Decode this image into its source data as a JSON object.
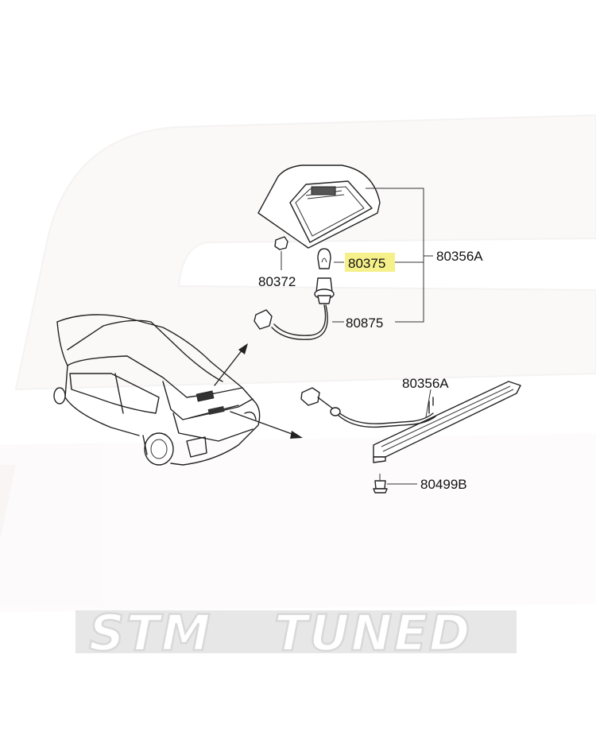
{
  "colors": {
    "highlight": "#f6f08a",
    "watermark_stroke": "#d8d8d8",
    "line": "#222222"
  },
  "callouts": {
    "assembly_top": "80356A",
    "bulb": "80375",
    "grommet": "80372",
    "socket_harness": "80875",
    "assembly_bottom": "80356A",
    "screw": "80499B"
  },
  "highlighted_part": "80375",
  "watermark": {
    "left": "STM",
    "right": "TUNED"
  }
}
